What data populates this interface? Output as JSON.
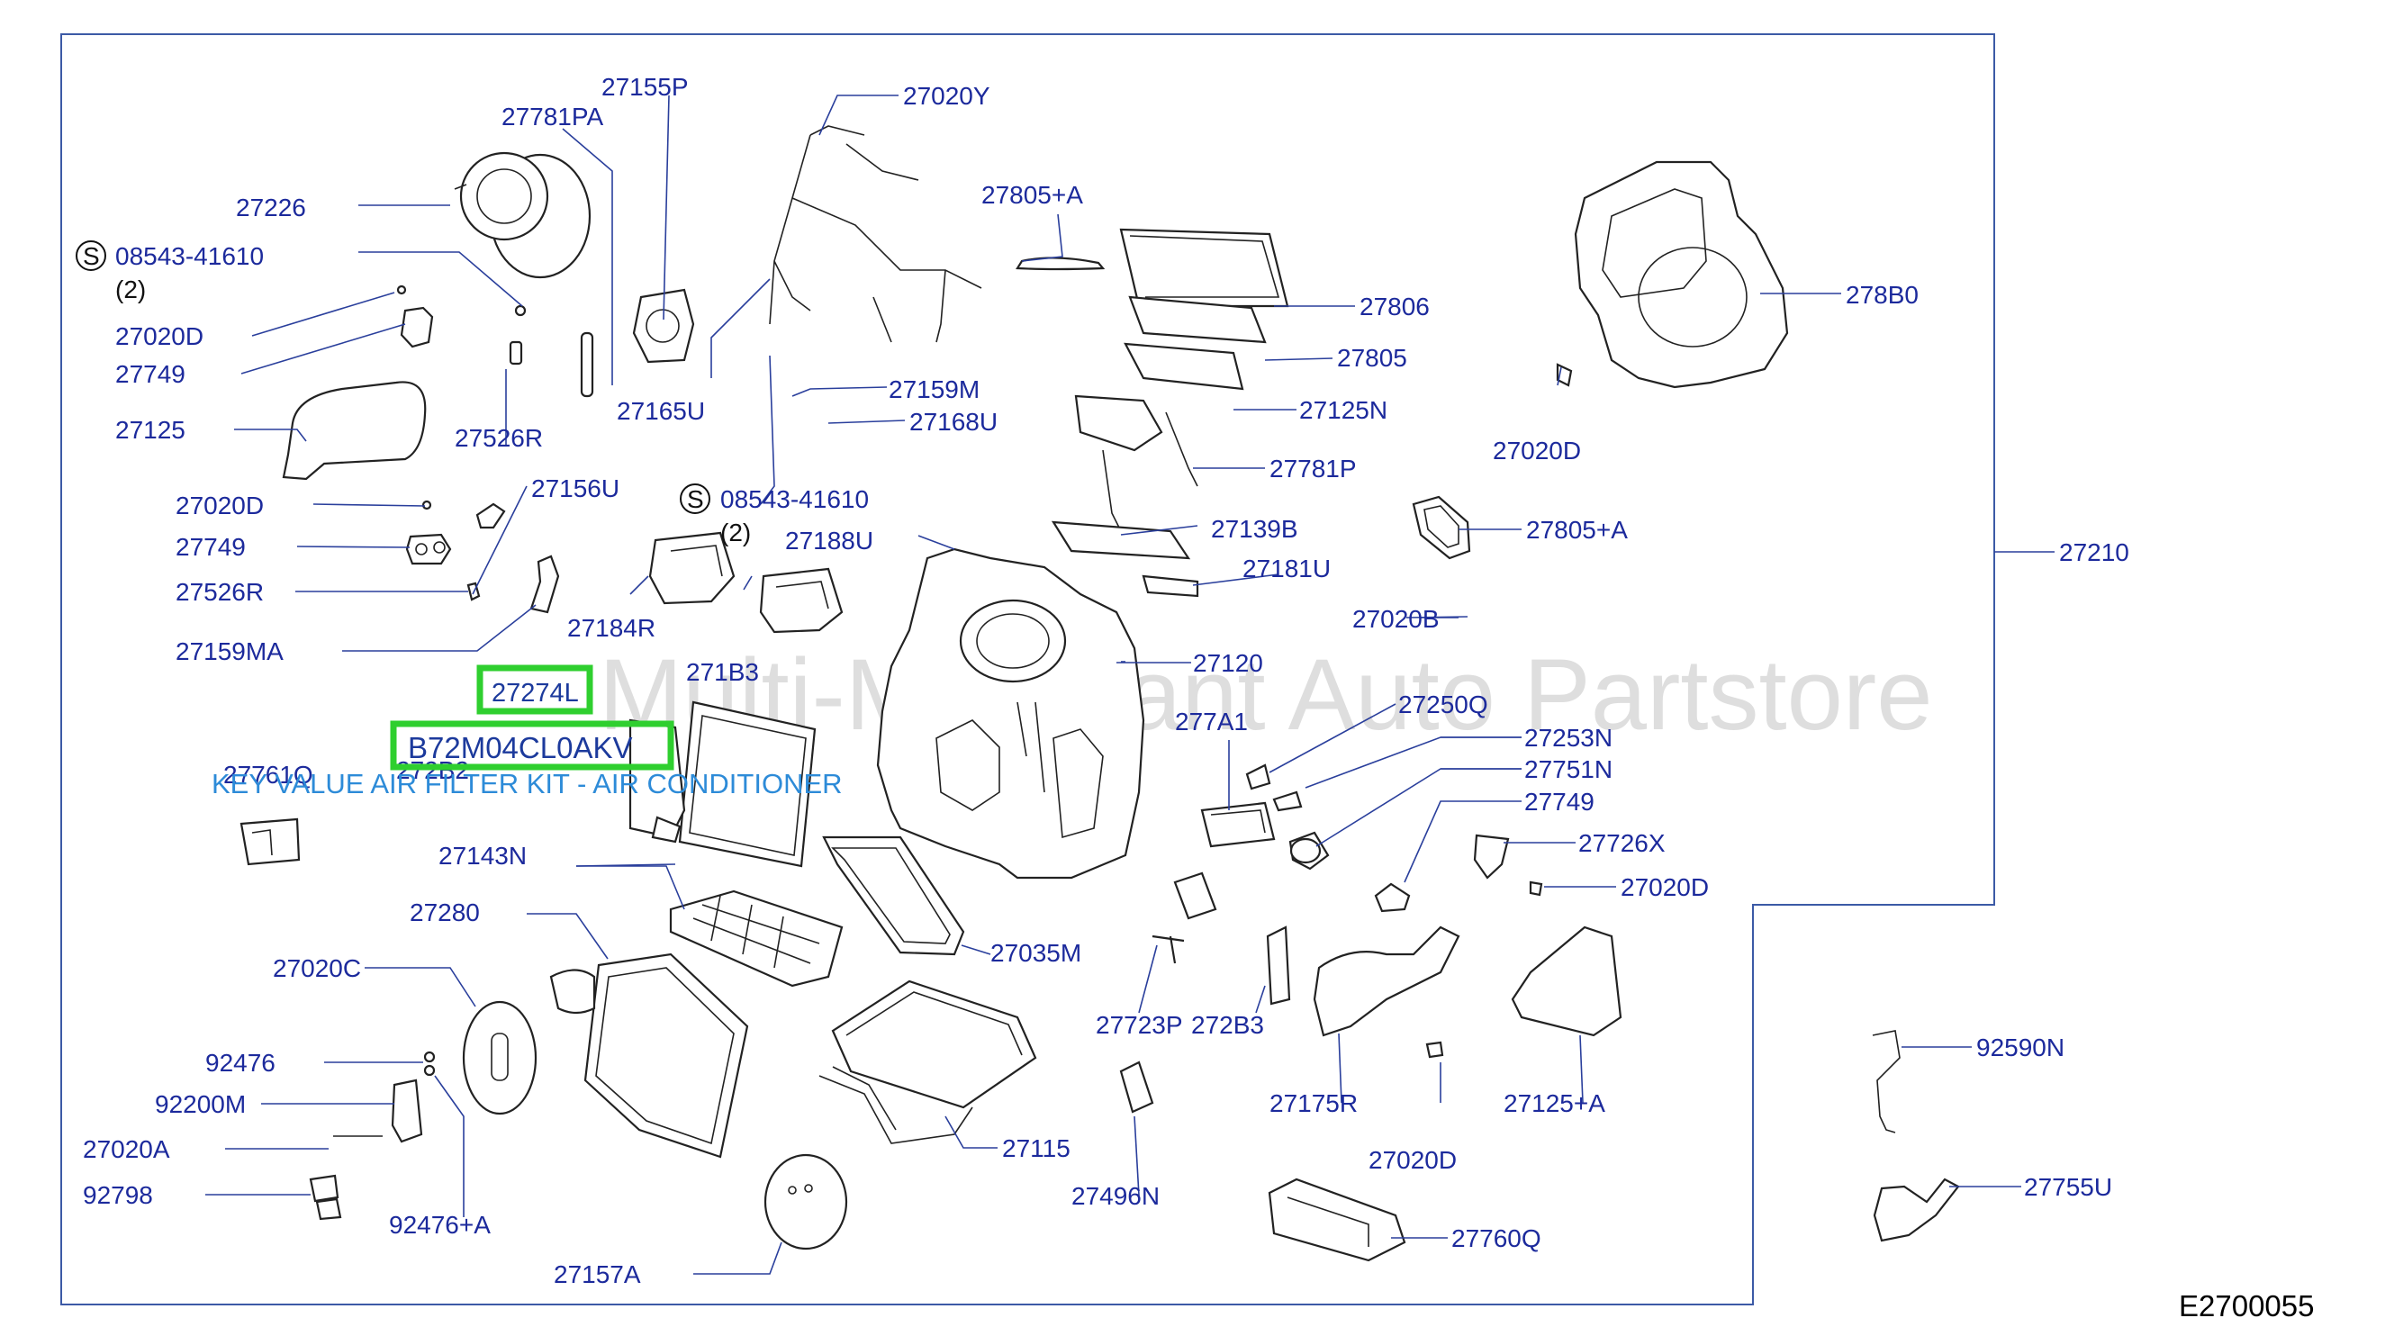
{
  "diagram": {
    "figure_code": "E2700055",
    "watermark": "Multi-Merchant Auto Partstore",
    "highlight": {
      "part": "27274L",
      "sku": "B72M04CL0AKV",
      "description": "KEY VALUE AIR FILTER KIT - AIR CONDITIONER"
    },
    "screw_symbol": "S",
    "labels": [
      "27155P",
      "27781PA",
      "27020Y",
      "27226",
      "08543-41610",
      "(2)",
      "27805+A",
      "27806",
      "278B0",
      "27020D",
      "27749",
      "27165U",
      "27159M",
      "27168U",
      "27805",
      "27125N",
      "27125",
      "27526R",
      "27781P",
      "27020D",
      "27020D",
      "27156U",
      "08543-41610",
      "(2)",
      "27139B",
      "27805+A",
      "27749",
      "27188U",
      "27181U",
      "27210",
      "27526R",
      "27184R",
      "27020B",
      "27159MA",
      "271B3",
      "27120",
      "27250Q",
      "277A1",
      "27253N",
      "272B2",
      "27761Q",
      "27751N",
      "27749",
      "27726X",
      "27143N",
      "27020D",
      "27280",
      "27035M",
      "27020C",
      "27723P",
      "92590N",
      "92476",
      "272B3",
      "27175R",
      "27125+A",
      "92200M",
      "27115",
      "27020A",
      "27020D",
      "92798",
      "27496N",
      "92476+A",
      "27755U",
      "27760Q",
      "27157A"
    ]
  }
}
